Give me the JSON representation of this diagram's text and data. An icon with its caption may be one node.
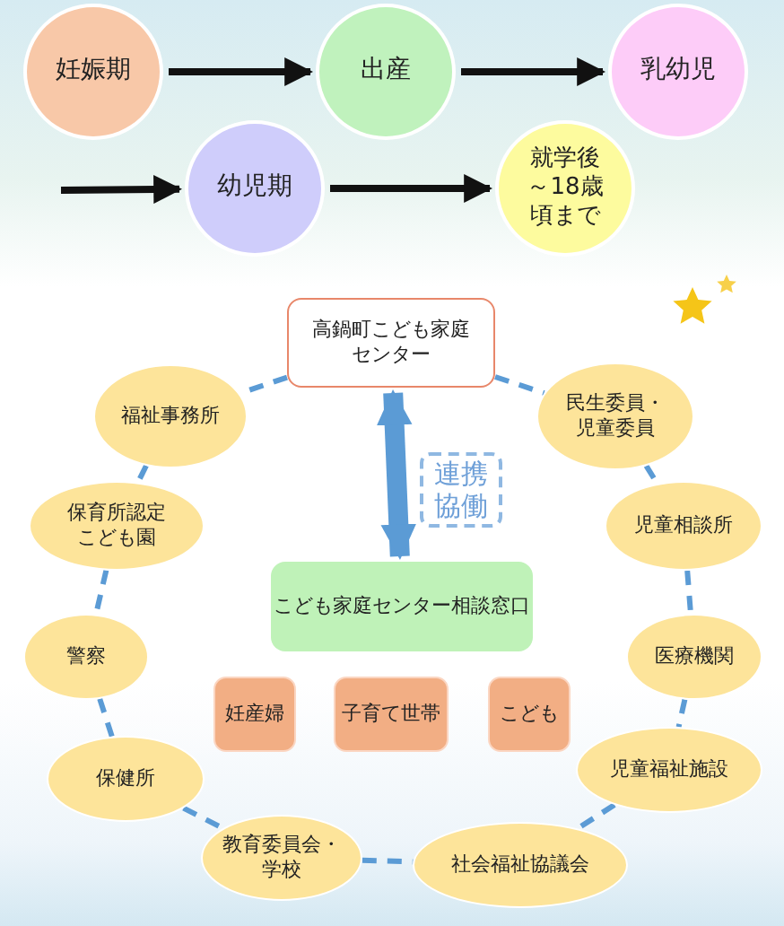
{
  "diagram": {
    "nodes": [
      {
        "text": [
          "妊娠期"
        ]
      },
      {
        "text": [
          "出産"
        ]
      },
      {
        "text": [
          "乳幼児"
        ]
      },
      {
        "text": [
          "幼児期"
        ]
      },
      {
        "text": [
          "就学後～18歳頃まで"
        ]
      },
      {
        "text": [
          "高鍋町こども家庭センター"
        ]
      },
      {
        "text": [
          "こども家庭センター相談窓口"
        ]
      },
      {
        "text": [
          "妊産婦"
        ]
      },
      {
        "text": [
          "子育て世帯"
        ]
      },
      {
        "text": [
          "こども"
        ]
      },
      {
        "text": [
          "福祉事務所"
        ]
      },
      {
        "text": [
          "民生委員・児童委員"
        ]
      },
      {
        "text": [
          "保育所認定こども園"
        ]
      },
      {
        "text": [
          "児童相談所"
        ]
      },
      {
        "text": [
          "警察"
        ]
      },
      {
        "text": [
          "医療機関"
        ]
      },
      {
        "text": [
          "保健所"
        ]
      },
      {
        "text": [
          "児童福祉施設"
        ]
      },
      {
        "text": [
          "教育委員会・学校"
        ]
      },
      {
        "text": [
          "社会福祉協議会"
        ]
      }
    ],
    "edges": [
      {
        "from": 0,
        "to": 1,
        "arrow": "to",
        "color": "#111111"
      },
      {
        "from": 1,
        "to": 2,
        "arrow": "to",
        "color": "#111111"
      },
      {
        "from": null,
        "to": 3,
        "arrow": "to",
        "color": "#111111"
      },
      {
        "from": 3,
        "to": 4,
        "arrow": "to",
        "color": "#111111"
      },
      {
        "from": 5,
        "to": 6,
        "arrow": "both",
        "label": "連携協働",
        "style": "thick",
        "color": "#5b9bd5"
      },
      {
        "from": 5,
        "to": 10,
        "arrow": "none",
        "style": "dashed",
        "color": "#5b9bd5"
      },
      {
        "from": 5,
        "to": 11,
        "arrow": "none",
        "style": "dashed",
        "color": "#5b9bd5"
      },
      {
        "from": 10,
        "to": 12,
        "arrow": "none",
        "style": "dashed",
        "color": "#5b9bd5"
      },
      {
        "from": 11,
        "to": 13,
        "arrow": "none",
        "style": "dashed",
        "color": "#5b9bd5"
      },
      {
        "from": 12,
        "to": 14,
        "arrow": "none",
        "style": "dashed",
        "color": "#5b9bd5"
      },
      {
        "from": 13,
        "to": 15,
        "arrow": "none",
        "style": "dashed",
        "color": "#5b9bd5"
      },
      {
        "from": 14,
        "to": 16,
        "arrow": "none",
        "style": "dashed",
        "color": "#5b9bd5"
      },
      {
        "from": 15,
        "to": 17,
        "arrow": "none",
        "style": "dashed",
        "color": "#5b9bd5"
      },
      {
        "from": 16,
        "to": 18,
        "arrow": "none",
        "style": "dashed",
        "color": "#5b9bd5"
      },
      {
        "from": 17,
        "to": 19,
        "arrow": "none",
        "style": "dashed",
        "color": "#5b9bd5"
      },
      {
        "from": 18,
        "to": 19,
        "arrow": "none",
        "style": "dashed",
        "color": "#5b9bd5"
      }
    ]
  }
}
